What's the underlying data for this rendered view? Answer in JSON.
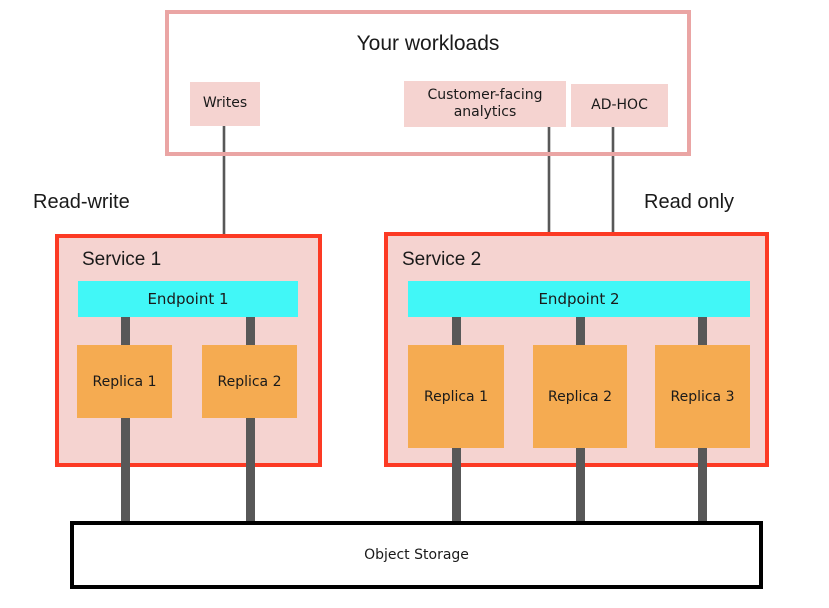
{
  "diagram": {
    "title": "Your workloads",
    "workloads": [
      {
        "id": "writes",
        "label": "Writes"
      },
      {
        "id": "customer-facing-analytics",
        "label": "Customer-facing analytics"
      },
      {
        "id": "ad-hoc",
        "label": "AD-HOC"
      }
    ],
    "captions": {
      "left": "Read-write",
      "right": "Read only"
    },
    "services": [
      {
        "id": "service-1",
        "title": "Service 1",
        "endpoint": "Endpoint 1",
        "replicas": [
          {
            "label": "Replica 1"
          },
          {
            "label": "Replica 2"
          }
        ]
      },
      {
        "id": "service-2",
        "title": "Service 2",
        "endpoint": "Endpoint 2",
        "replicas": [
          {
            "label": "Replica 1"
          },
          {
            "label": "Replica 2"
          },
          {
            "label": "Replica 3"
          }
        ]
      }
    ],
    "storage": {
      "label": "Object Storage"
    },
    "colors": {
      "workload_border": "#eaa5a4",
      "workload_chip": "#f5d3d0",
      "service_border": "#fc3a24",
      "service_fill": "#f5d3d0",
      "endpoint": "#41f7f7",
      "replica": "#f5ab51",
      "connector": "#585858",
      "storage_border": "#000000",
      "text": "#1a1a1a"
    }
  }
}
